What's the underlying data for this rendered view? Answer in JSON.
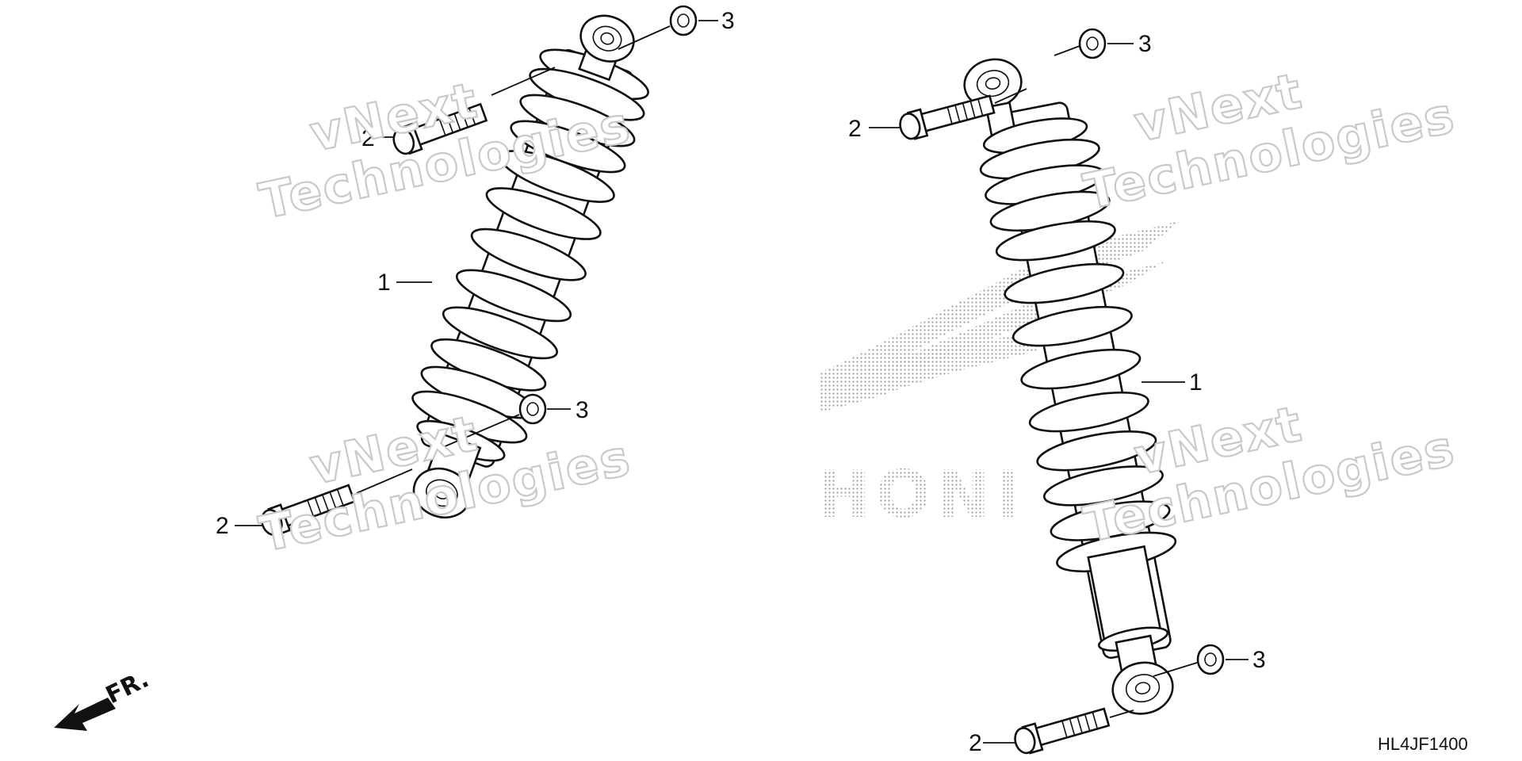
{
  "diagram_code": "HL4JF1400",
  "direction_label": "FR.",
  "watermark": {
    "line1": "vNext",
    "line2": "Technologies"
  },
  "brand_background": {
    "name": "HONDA",
    "visible_text": "HONI"
  },
  "callouts": {
    "left_shock": "1",
    "right_shock": "1",
    "left_top_bolt": "2",
    "left_bottom_bolt": "2",
    "right_top_bolt": "2",
    "right_bottom_bolt": "2",
    "left_top_nut": "3",
    "left_bottom_nut": "3",
    "right_top_nut": "3",
    "right_bottom_nut": "3"
  }
}
